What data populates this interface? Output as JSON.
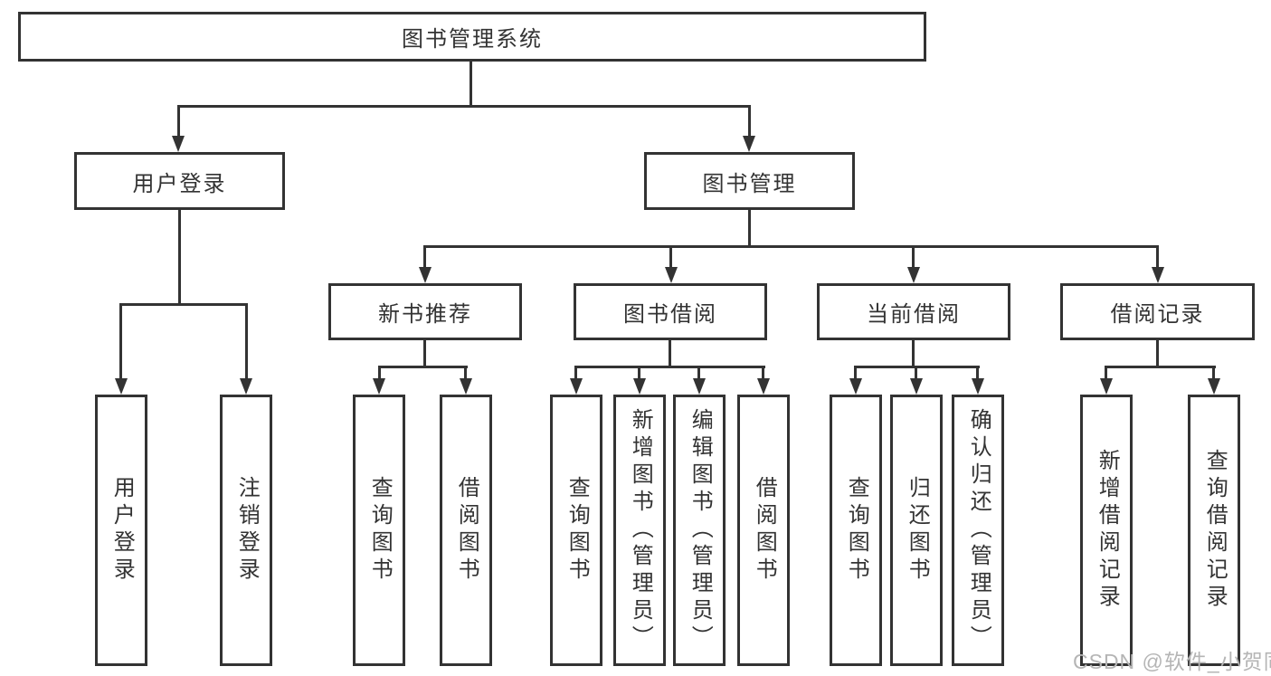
{
  "diagram": {
    "title": "图书管理系统",
    "branches": [
      {
        "label": "用户登录",
        "children": [
          {
            "label": "用户登录"
          },
          {
            "label": "注销登录"
          }
        ]
      },
      {
        "label": "图书管理",
        "groups": [
          {
            "label": "新书推荐",
            "children": [
              {
                "label": "查询图书"
              },
              {
                "label": "借阅图书"
              }
            ]
          },
          {
            "label": "图书借阅",
            "children": [
              {
                "label": "查询图书"
              },
              {
                "label": "新增图书（管理员）"
              },
              {
                "label": "编辑图书（管理员）"
              },
              {
                "label": "借阅图书"
              }
            ]
          },
          {
            "label": "当前借阅",
            "children": [
              {
                "label": "查询图书"
              },
              {
                "label": "归还图书"
              },
              {
                "label": "确认归还（管理员）"
              }
            ]
          },
          {
            "label": "借阅记录",
            "children": [
              {
                "label": "新增借阅记录"
              },
              {
                "label": "查询借阅记录"
              }
            ]
          }
        ]
      }
    ]
  },
  "watermark": "CSDN @软件_小贺同学",
  "colors": {
    "line": "#333333",
    "text": "#333333",
    "watermark": "#b5b5b5",
    "background": "#ffffff"
  }
}
